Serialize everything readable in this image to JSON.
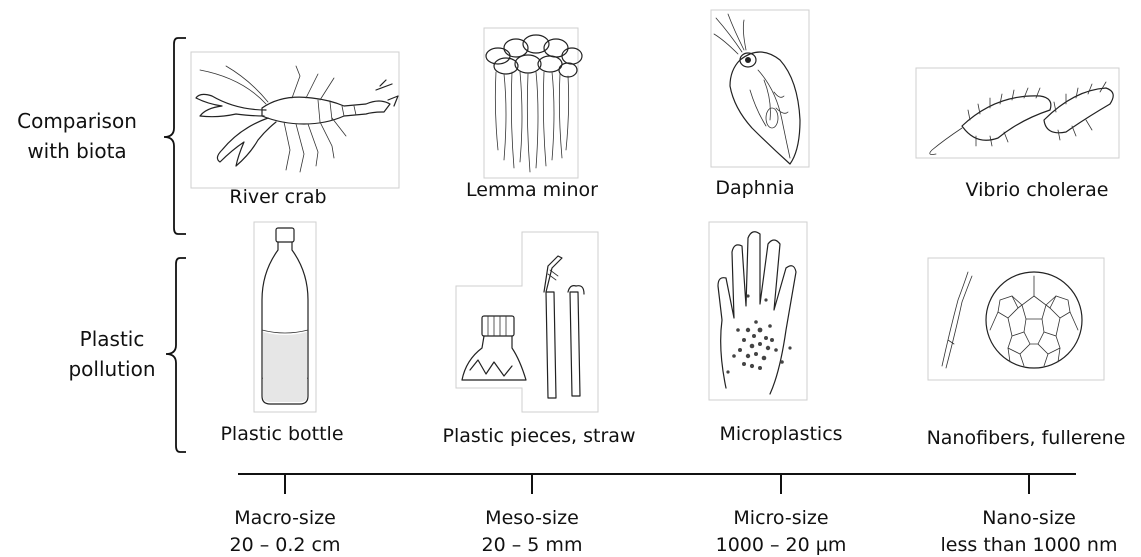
{
  "groups": {
    "biota": {
      "label_line1": "Comparison",
      "label_line2": "with biota"
    },
    "plastic": {
      "label_line1": "Plastic",
      "label_line2": "pollution"
    }
  },
  "biota_items": [
    {
      "label": "River crab",
      "icon": "crayfish-illustration"
    },
    {
      "label": "Lemma minor",
      "icon": "duckweed-illustration"
    },
    {
      "label": "Daphnia",
      "icon": "daphnia-illustration"
    },
    {
      "label": "Vibrio cholerae",
      "icon": "bacteria-illustration"
    }
  ],
  "plastic_items": [
    {
      "label": "Plastic bottle",
      "icon": "plastic-bottle-illustration"
    },
    {
      "label": "Plastic pieces, straw",
      "icon": "bottle-cap-straw-illustration"
    },
    {
      "label": "Microplastics",
      "icon": "hand-with-microplastics-illustration"
    },
    {
      "label": "Nanofibers, fullerene",
      "icon": "nanofiber-fullerene-illustration"
    }
  ],
  "scale": [
    {
      "name": "Macro-size",
      "range": "20 – 0.2 cm"
    },
    {
      "name": "Meso-size",
      "range": "20 – 5 mm"
    },
    {
      "name": "Micro-size",
      "range": "1000 – 20 µm"
    },
    {
      "name": "Nano-size",
      "range": "less than 1000 nm"
    }
  ]
}
